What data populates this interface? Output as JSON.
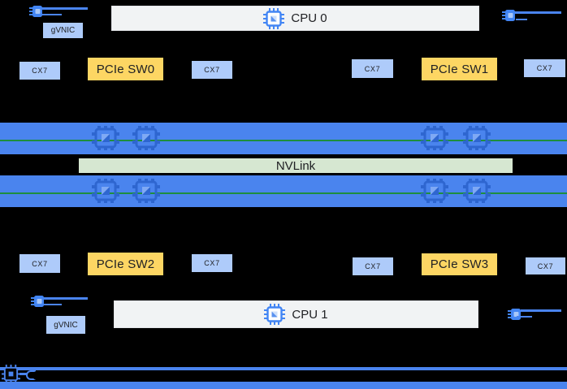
{
  "diagram": {
    "title": "gpu-server-topology",
    "cpu0_label": "CPU 0",
    "cpu1_label": "CPU 1",
    "nvlink_label": "NVLink",
    "pcie_sw_labels": [
      "PCIe SW0",
      "PCIe SW1",
      "PCIe SW2",
      "PCIe SW3"
    ],
    "cx7_labels": [
      "CX7",
      "CX7",
      "CX7",
      "CX7",
      "CX7",
      "CX7",
      "CX7",
      "CX7"
    ],
    "gvnic_labels": [
      "gVNIC",
      "gVNIC"
    ],
    "icons": {
      "cpu_chip": "chip-icon",
      "gpu_chip": "gpu-chip-icon",
      "nic_port": "nic-port-icon",
      "offload_chip": "offload-chip-icon"
    },
    "colors": {
      "background": "#000000",
      "gpu_band_blue": "#4a84ee",
      "nic_box_blue": "#aecbfa",
      "pcie_switch_yellow": "#fdd663",
      "nvlink_green": "#d6e7d1",
      "interconnect_green_line": "#1e8e3e",
      "cpu_box_gray": "#f1f3f4",
      "icon_blue": "#4285f4",
      "text_dark": "#202124"
    }
  }
}
